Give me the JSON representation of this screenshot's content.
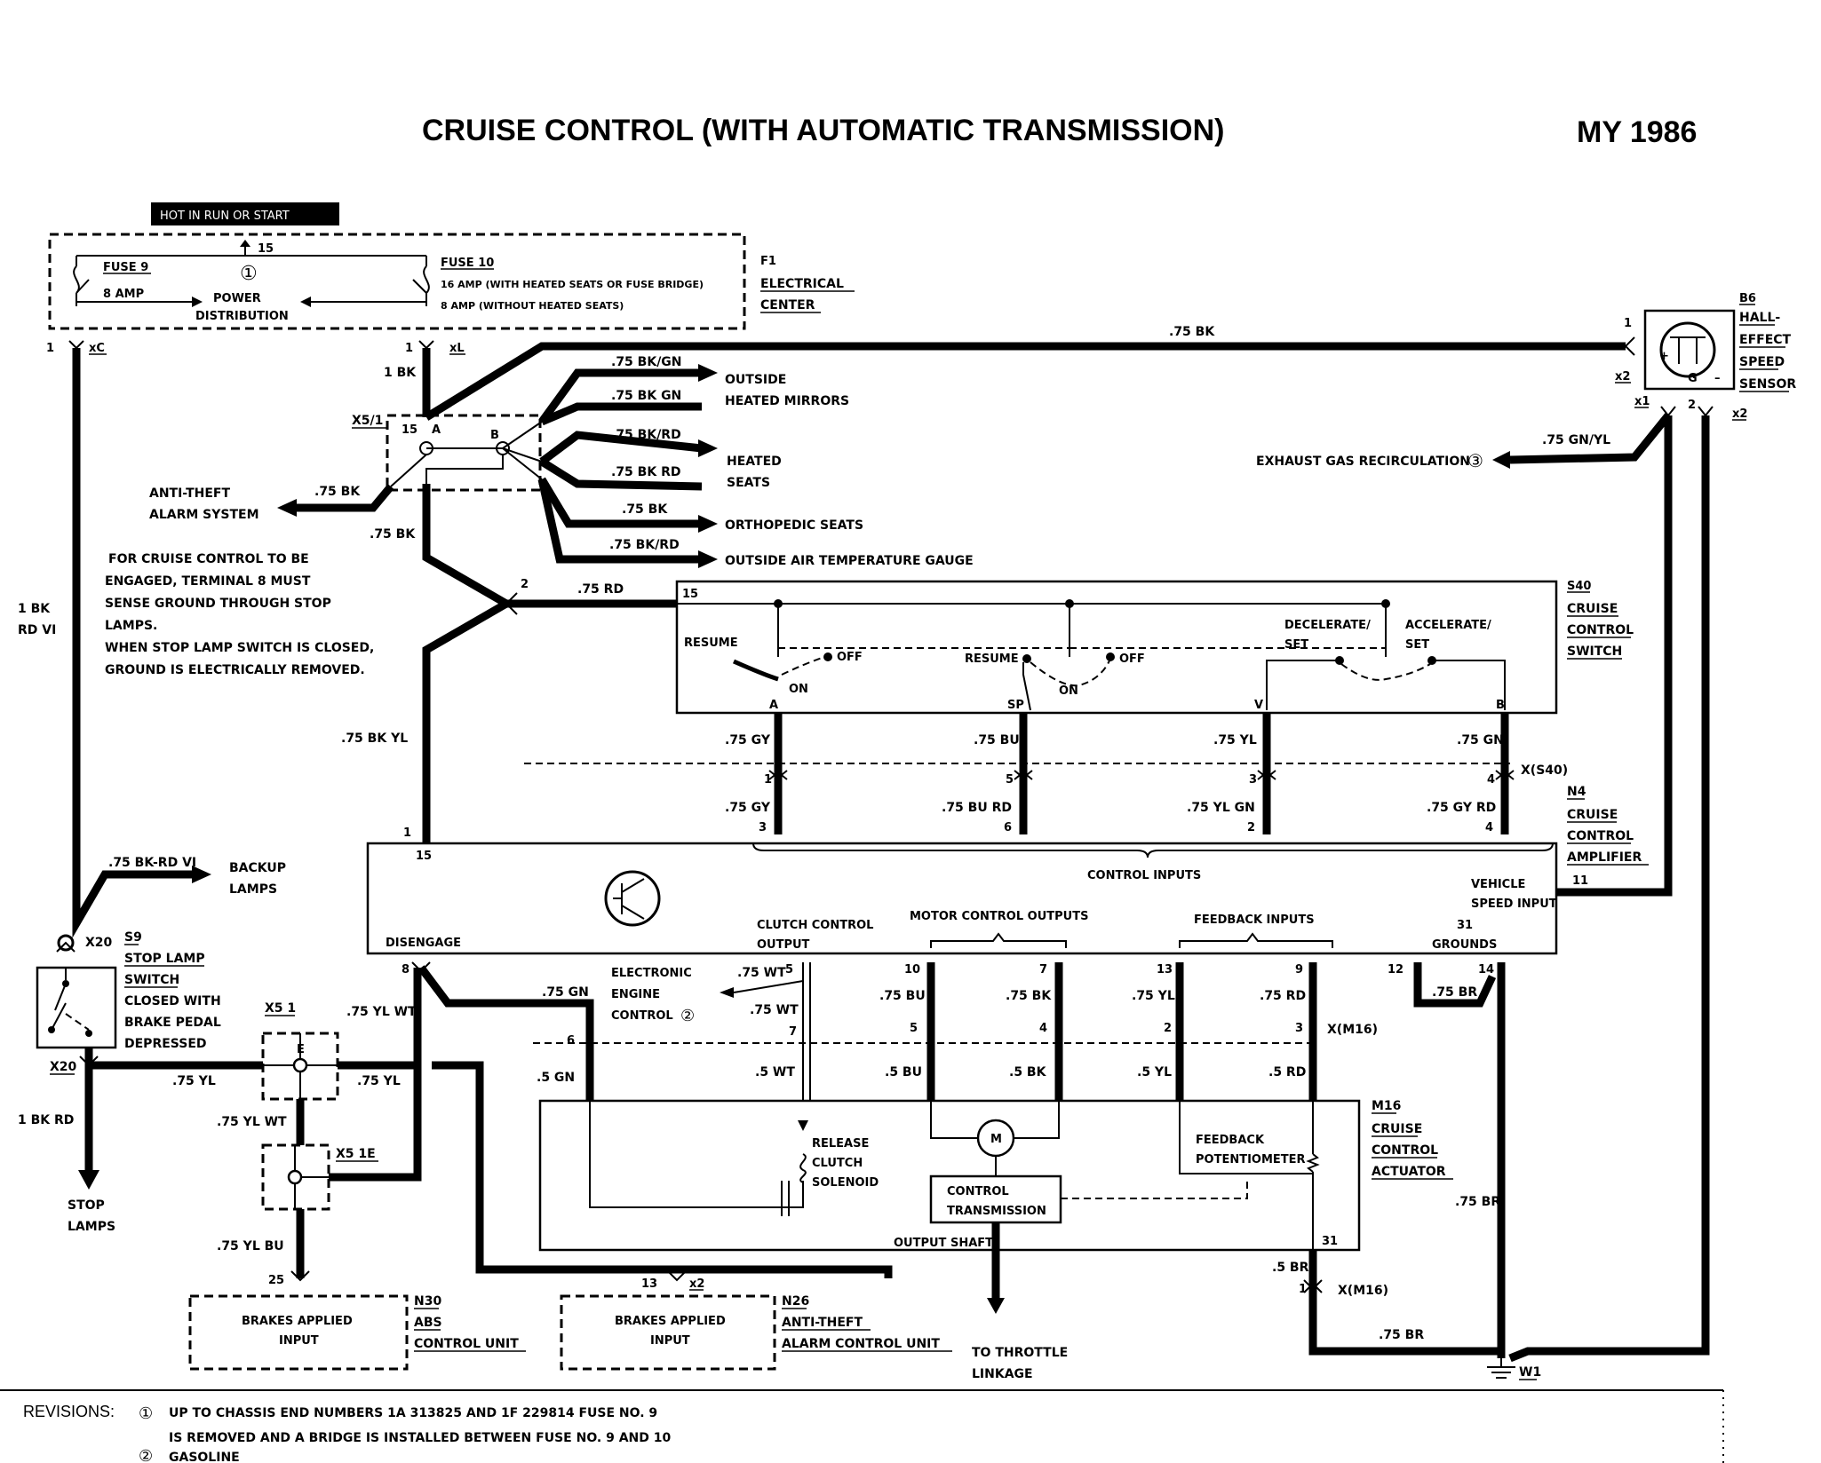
{
  "title": "CRUISE CONTROL (WITH AUTOMATIC TRANSMISSION)",
  "model_year": "MY 1986",
  "f1": {
    "hot_badge": "HOT IN RUN OR START",
    "terminal": "15",
    "circle": "①",
    "fuse9": "FUSE 9",
    "fuse9_amp": "8 AMP",
    "power1": "POWER",
    "power2": "DISTRIBUTION",
    "fuse10": "FUSE 10",
    "fuse10_a": "16 AMP (WITH HEATED SEATS OR FUSE BRIDGE)",
    "fuse10_b": "8 AMP (WITHOUT HEATED SEATS)",
    "id": "F1",
    "name1": "ELECTRICAL",
    "name2": "CENTER",
    "pin_left": "1",
    "conn_left": "xC",
    "pin_right": "1",
    "conn_right": "xL"
  },
  "x51": {
    "label": "X5/1",
    "pin15": "15",
    "pinA": "A",
    "pinB": "B",
    "wire_1bk": "1 BK",
    "wire_75bk_left": ".75 BK",
    "wire_75bk_down": ".75 BK",
    "wire_75bkyl": ".75 BK YL"
  },
  "outputs": {
    "w1": ".75 BK/GN",
    "w2": ".75 BK GN",
    "mirror1": "OUTSIDE",
    "mirror2": "HEATED MIRRORS",
    "w3": ".75 BK/RD",
    "w4": ".75 BK RD",
    "seats1": "HEATED",
    "seats2": "SEATS",
    "w5": ".75 BK",
    "ortho": "ORTHOPEDIC SEATS",
    "w6": ".75 BK/RD",
    "oat": "OUTSIDE AIR TEMPERATURE GAUGE"
  },
  "antitheft": {
    "line1": "ANTI-THEFT",
    "line2": "ALARM SYSTEM"
  },
  "note": {
    "lines": [
      "FOR CRUISE CONTROL TO BE",
      "ENGAGED, TERMINAL 8 MUST",
      "SENSE GROUND THROUGH STOP",
      "LAMPS.",
      "WHEN STOP LAMP SWITCH IS CLOSED,",
      "GROUND IS ELECTRICALLY REMOVED."
    ]
  },
  "b6": {
    "wire_top": ".75 BK",
    "pin1": "1",
    "x2": "x2",
    "id": "B6",
    "name": [
      "HALL-",
      "EFFECT",
      "SPEED",
      "SENSOR"
    ],
    "x1": "x1",
    "pin2": "2",
    "x2b": "x2",
    "egr_wire": ".75 GN/YL",
    "egr": "EXHAUST GAS RECIRCULATION",
    "egr_ref": "③"
  },
  "s40": {
    "id": "S40",
    "name": [
      "CRUISE",
      "CONTROL",
      "SWITCH"
    ],
    "pin15": "15",
    "pin2": "2",
    "wire_rd": ".75 RD",
    "resume": "RESUME",
    "off1": "OFF",
    "on1": "ON",
    "resume2": "RESUME",
    "off2": "OFF",
    "on2": "ON",
    "decel1": "DECELERATE/",
    "decel2": "SET",
    "accel1": "ACCELERATE/",
    "accel2": "SET",
    "pA": "A",
    "pSP": "SP",
    "pV": "V",
    "pB": "B",
    "conn": "X(S40)"
  },
  "sw_wires": {
    "gy": ".75 GY",
    "bu": ".75 BU",
    "yl": ".75 YL",
    "gn": ".75 GN",
    "n1": "1",
    "n5": "5",
    "n3": "3",
    "n4": "4",
    "gy2": ".75 GY",
    "burd": ".75 BU RD",
    "ylgn": ".75 YL GN",
    "gyrd": ".75 GY RD",
    "m3": "3",
    "m6": "6",
    "m2": "2",
    "m4": "4"
  },
  "n4": {
    "id": "N4",
    "name": [
      "CRUISE",
      "CONTROL",
      "AMPLIFIER"
    ],
    "pin1": "1",
    "pin15": "15",
    "control_inputs": "CONTROL INPUTS",
    "vehicle1": "VEHICLE",
    "vehicle2": "SPEED INPUT",
    "pin11": "11",
    "clutch1": "CLUTCH CONTROL",
    "clutch2": "OUTPUT",
    "motor": "MOTOR CONTROL OUTPUTS",
    "feedback": "FEEDBACK INPUTS",
    "disengage": "DISENGAGE",
    "grounds": "GROUNDS",
    "pin31": "31"
  },
  "n4_bottom": {
    "p8": "8",
    "p5": "5",
    "p10": "10",
    "p7": "7",
    "p13": "13",
    "p9": "9",
    "p12": "12",
    "p14": "14",
    "w_wt1": ".75 WT",
    "w_wt2": ".75 WT",
    "ece1": "ELECTRONIC",
    "ece2": "ENGINE",
    "ece3": "CONTROL",
    "ece_ref": "②",
    "w_gn": ".75 GN",
    "p6": "6",
    "w_bu": ".75 BU",
    "w_bk": ".75 BK",
    "w_yl": ".75 YL",
    "w_rd": ".75 RD",
    "w_br": ".75 BR",
    "q7": "7",
    "q5": "5",
    "q4": "4",
    "q2": "2",
    "q3": "3",
    "xm16": "X(M16)",
    "s_gn": ".5 GN",
    "s_wt": ".5 WT",
    "s_bu": ".5 BU",
    "s_bk": ".5 BK",
    "s_yl": ".5 YL",
    "s_rd": ".5 RD"
  },
  "m16": {
    "id": "M16",
    "name": [
      "CRUISE",
      "CONTROL",
      "ACTUATOR"
    ],
    "release": [
      "RELEASE",
      "CLUTCH",
      "SOLENOID"
    ],
    "motor": "M",
    "feedback": [
      "FEEDBACK",
      "POTENTIOMETER"
    ],
    "trans": [
      "CONTROL",
      "TRANSMISSION"
    ],
    "output": "OUTPUT SHAFT",
    "pin31": "31",
    "w_br": ".75 BR",
    "w_5br": ".5 BR",
    "pin1": "1",
    "conn": "X(M16)",
    "w_br2": ".75 BR",
    "throttle1": "TO THROTTLE",
    "throttle2": "LINKAGE",
    "w1": "W1"
  },
  "s9": {
    "backup_wire": ".75 BK-RD VI",
    "backup1": "BACKUP",
    "backup2": "LAMPS",
    "x20a": "X20",
    "id": "S9",
    "name": [
      "STOP LAMP",
      "SWITCH"
    ],
    "desc": [
      "CLOSED WITH",
      "BRAKE PEDAL",
      "DEPRESSED"
    ],
    "x20b": "X20",
    "vert1": "1 BK",
    "vert2": "RD VI",
    "down_wire": "1 BK RD",
    "stop1": "STOP",
    "stop2": "LAMPS"
  },
  "lower_left": {
    "x51": "X5 1",
    "pinE": "E",
    "w_ylwt": ".75 YL WT",
    "w_yl1": ".75 YL",
    "w_yl2": ".75 YL",
    "w_ylwt2": ".75 YL WT",
    "x51e": "X5 1E",
    "w_ylbu": ".75 YL BU",
    "p25": "25",
    "n30_box": [
      "BRAKES APPLIED",
      "INPUT"
    ],
    "n30_id": "N30",
    "n30_name": [
      "ABS",
      "CONTROL UNIT"
    ],
    "p13": "13",
    "x2": "x2",
    "n26_box": [
      "BRAKES APPLIED",
      "INPUT"
    ],
    "n26_id": "N26",
    "n26_name": [
      "ANTI-THEFT",
      "ALARM CONTROL UNIT"
    ]
  },
  "revisions": {
    "label": "REVISIONS:",
    "r1_num": "①",
    "r1_line1": "UP TO CHASSIS END NUMBERS 1A 313825 AND 1F 229814 FUSE NO. 9",
    "r1_line2": "IS REMOVED AND A BRIDGE IS INSTALLED BETWEEN FUSE NO. 9 AND 10",
    "r2_num": "②",
    "r2_text": "GASOLINE"
  }
}
